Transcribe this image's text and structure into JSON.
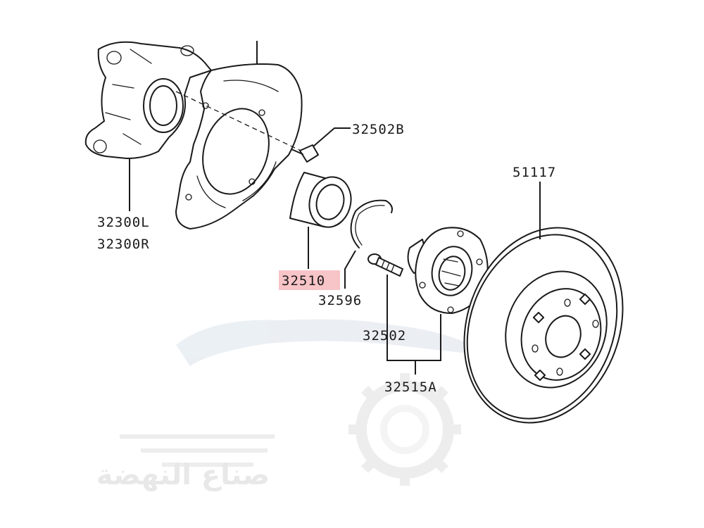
{
  "parts": {
    "knuckle_l": "32300L",
    "knuckle_r": "32300R",
    "bolt": "32502B",
    "bearing": "32510",
    "snap_ring": "32596",
    "hub_bolt": "32502",
    "hub_assembly": "32515A",
    "brake_disc": "51117"
  },
  "highlight": {
    "part": "bearing",
    "color": "#f7c4c8"
  },
  "watermark": {
    "text": "صناع النهضة",
    "color": "#e6e6e6"
  }
}
